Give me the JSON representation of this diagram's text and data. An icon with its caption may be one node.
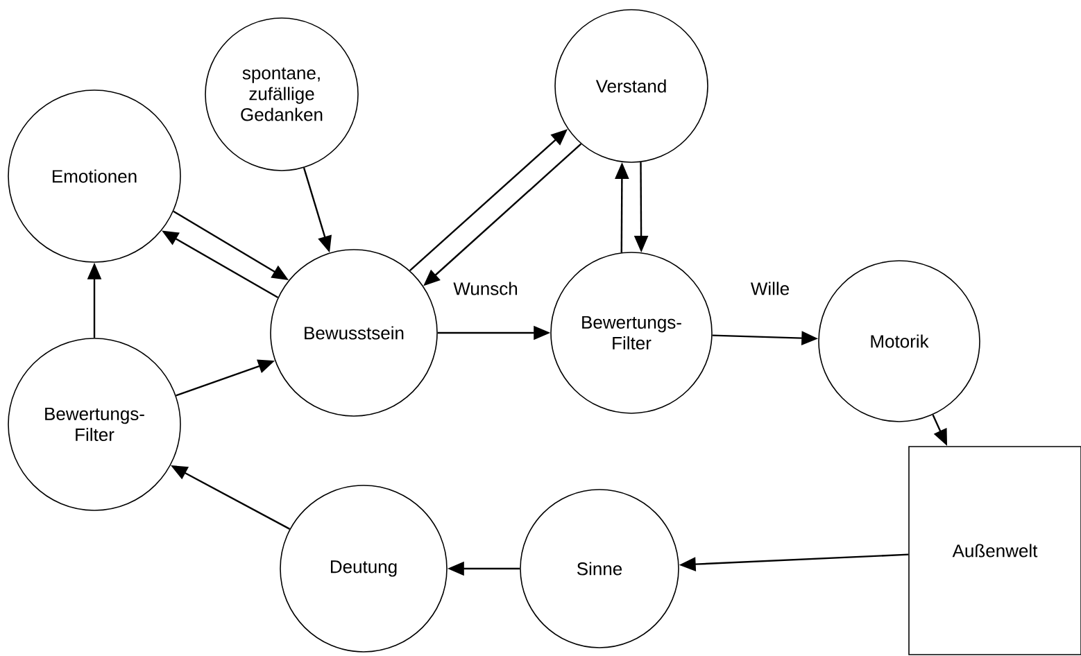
{
  "diagram": {
    "nodes": [
      {
        "text": [
          "spontane, zufällige Gedanken"
        ]
      },
      {
        "text": [
          "Verstand"
        ]
      },
      {
        "text": [
          "Emotionen"
        ]
      },
      {
        "text": [
          "Bewusstsein"
        ]
      },
      {
        "text": [
          "Bewertungs-Filter"
        ]
      },
      {
        "text": [
          "Motorik"
        ]
      },
      {
        "text": [
          "Bewertungs-Filter"
        ]
      },
      {
        "text": [
          "Außenwelt"
        ]
      },
      {
        "text": [
          "Sinne"
        ]
      },
      {
        "text": [
          "Deutung"
        ]
      }
    ],
    "edges": [
      {
        "from": 0,
        "to": 3,
        "arrow": "to"
      },
      {
        "from": 1,
        "to": 3,
        "arrow": "to"
      },
      {
        "from": 3,
        "to": 1,
        "arrow": "to"
      },
      {
        "from": 3,
        "to": 2,
        "arrow": "to"
      },
      {
        "from": 2,
        "to": 3,
        "arrow": "to"
      },
      {
        "from": 3,
        "to": 4,
        "arrow": "to",
        "label": "Wunsch"
      },
      {
        "from": 1,
        "to": 4,
        "arrow": "to"
      },
      {
        "from": 4,
        "to": 1,
        "arrow": "to"
      },
      {
        "from": 4,
        "to": 5,
        "arrow": "to",
        "label": "Wille"
      },
      {
        "from": 6,
        "to": 2,
        "arrow": "to"
      },
      {
        "from": 6,
        "to": 3,
        "arrow": "to"
      },
      {
        "from": 5,
        "to": 7,
        "arrow": "to"
      },
      {
        "from": 7,
        "to": 8,
        "arrow": "to"
      },
      {
        "from": 8,
        "to": 9,
        "arrow": "to"
      },
      {
        "from": 9,
        "to": 6,
        "arrow": "to"
      }
    ]
  }
}
